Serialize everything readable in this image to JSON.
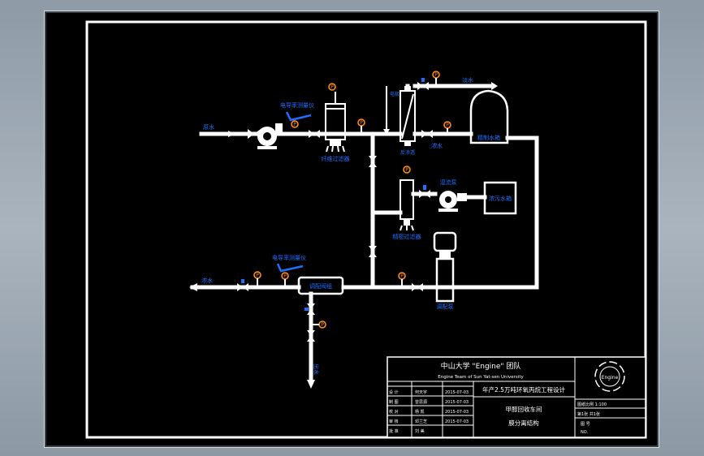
{
  "labels": {
    "raw_water": "原水",
    "meter_top": "电导率测量仪",
    "fiber_filter": "纤维过滤器",
    "electrode": "电极",
    "water_top": "淡水",
    "water_mid": "浓水",
    "storage_tank": "精制水箱",
    "mixed_pump": "混流泵",
    "precision_filter": "精密过滤器",
    "waste_tank": "浓污水箱",
    "out_left": "浓水",
    "meter_bottom": "电导率测量仪",
    "exchanger": "调配阀组",
    "hp_pump": "调配泵",
    "down_label": "出水"
  },
  "gauge_symbol": "P",
  "title_block": {
    "org": "中山大学 \"Engine\" 团队",
    "org_en": "Engine Team of Sun Yat-sen University",
    "project": "年产2.5万吨环氧丙烷工程设计",
    "drawing_name_1": "甲醇回收车间",
    "drawing_name_2": "膜分离结构",
    "logo_text": "Engine",
    "scale_label": "图纸比例 1:100",
    "sheet_label": "第1张 共1张",
    "drawing_no_label": "图 号",
    "no_label": "NO.",
    "rows": [
      {
        "role": "设 计",
        "name": "何天宇",
        "date": "2015-07-03"
      },
      {
        "role": "制 图",
        "name": "曾思源",
        "date": "2015-07-03"
      },
      {
        "role": "校 对",
        "name": "杨 凯",
        "date": "2015-07-03"
      },
      {
        "role": "审 核",
        "name": "邓兰芝",
        "date": "2015-07-03"
      },
      {
        "role": "批 准",
        "name": "刘 美",
        "date": ""
      }
    ]
  },
  "colors": {
    "label": "#1e6fff",
    "gauge": "#ff8a1e",
    "line": "#ffffff",
    "background": "#000000"
  }
}
